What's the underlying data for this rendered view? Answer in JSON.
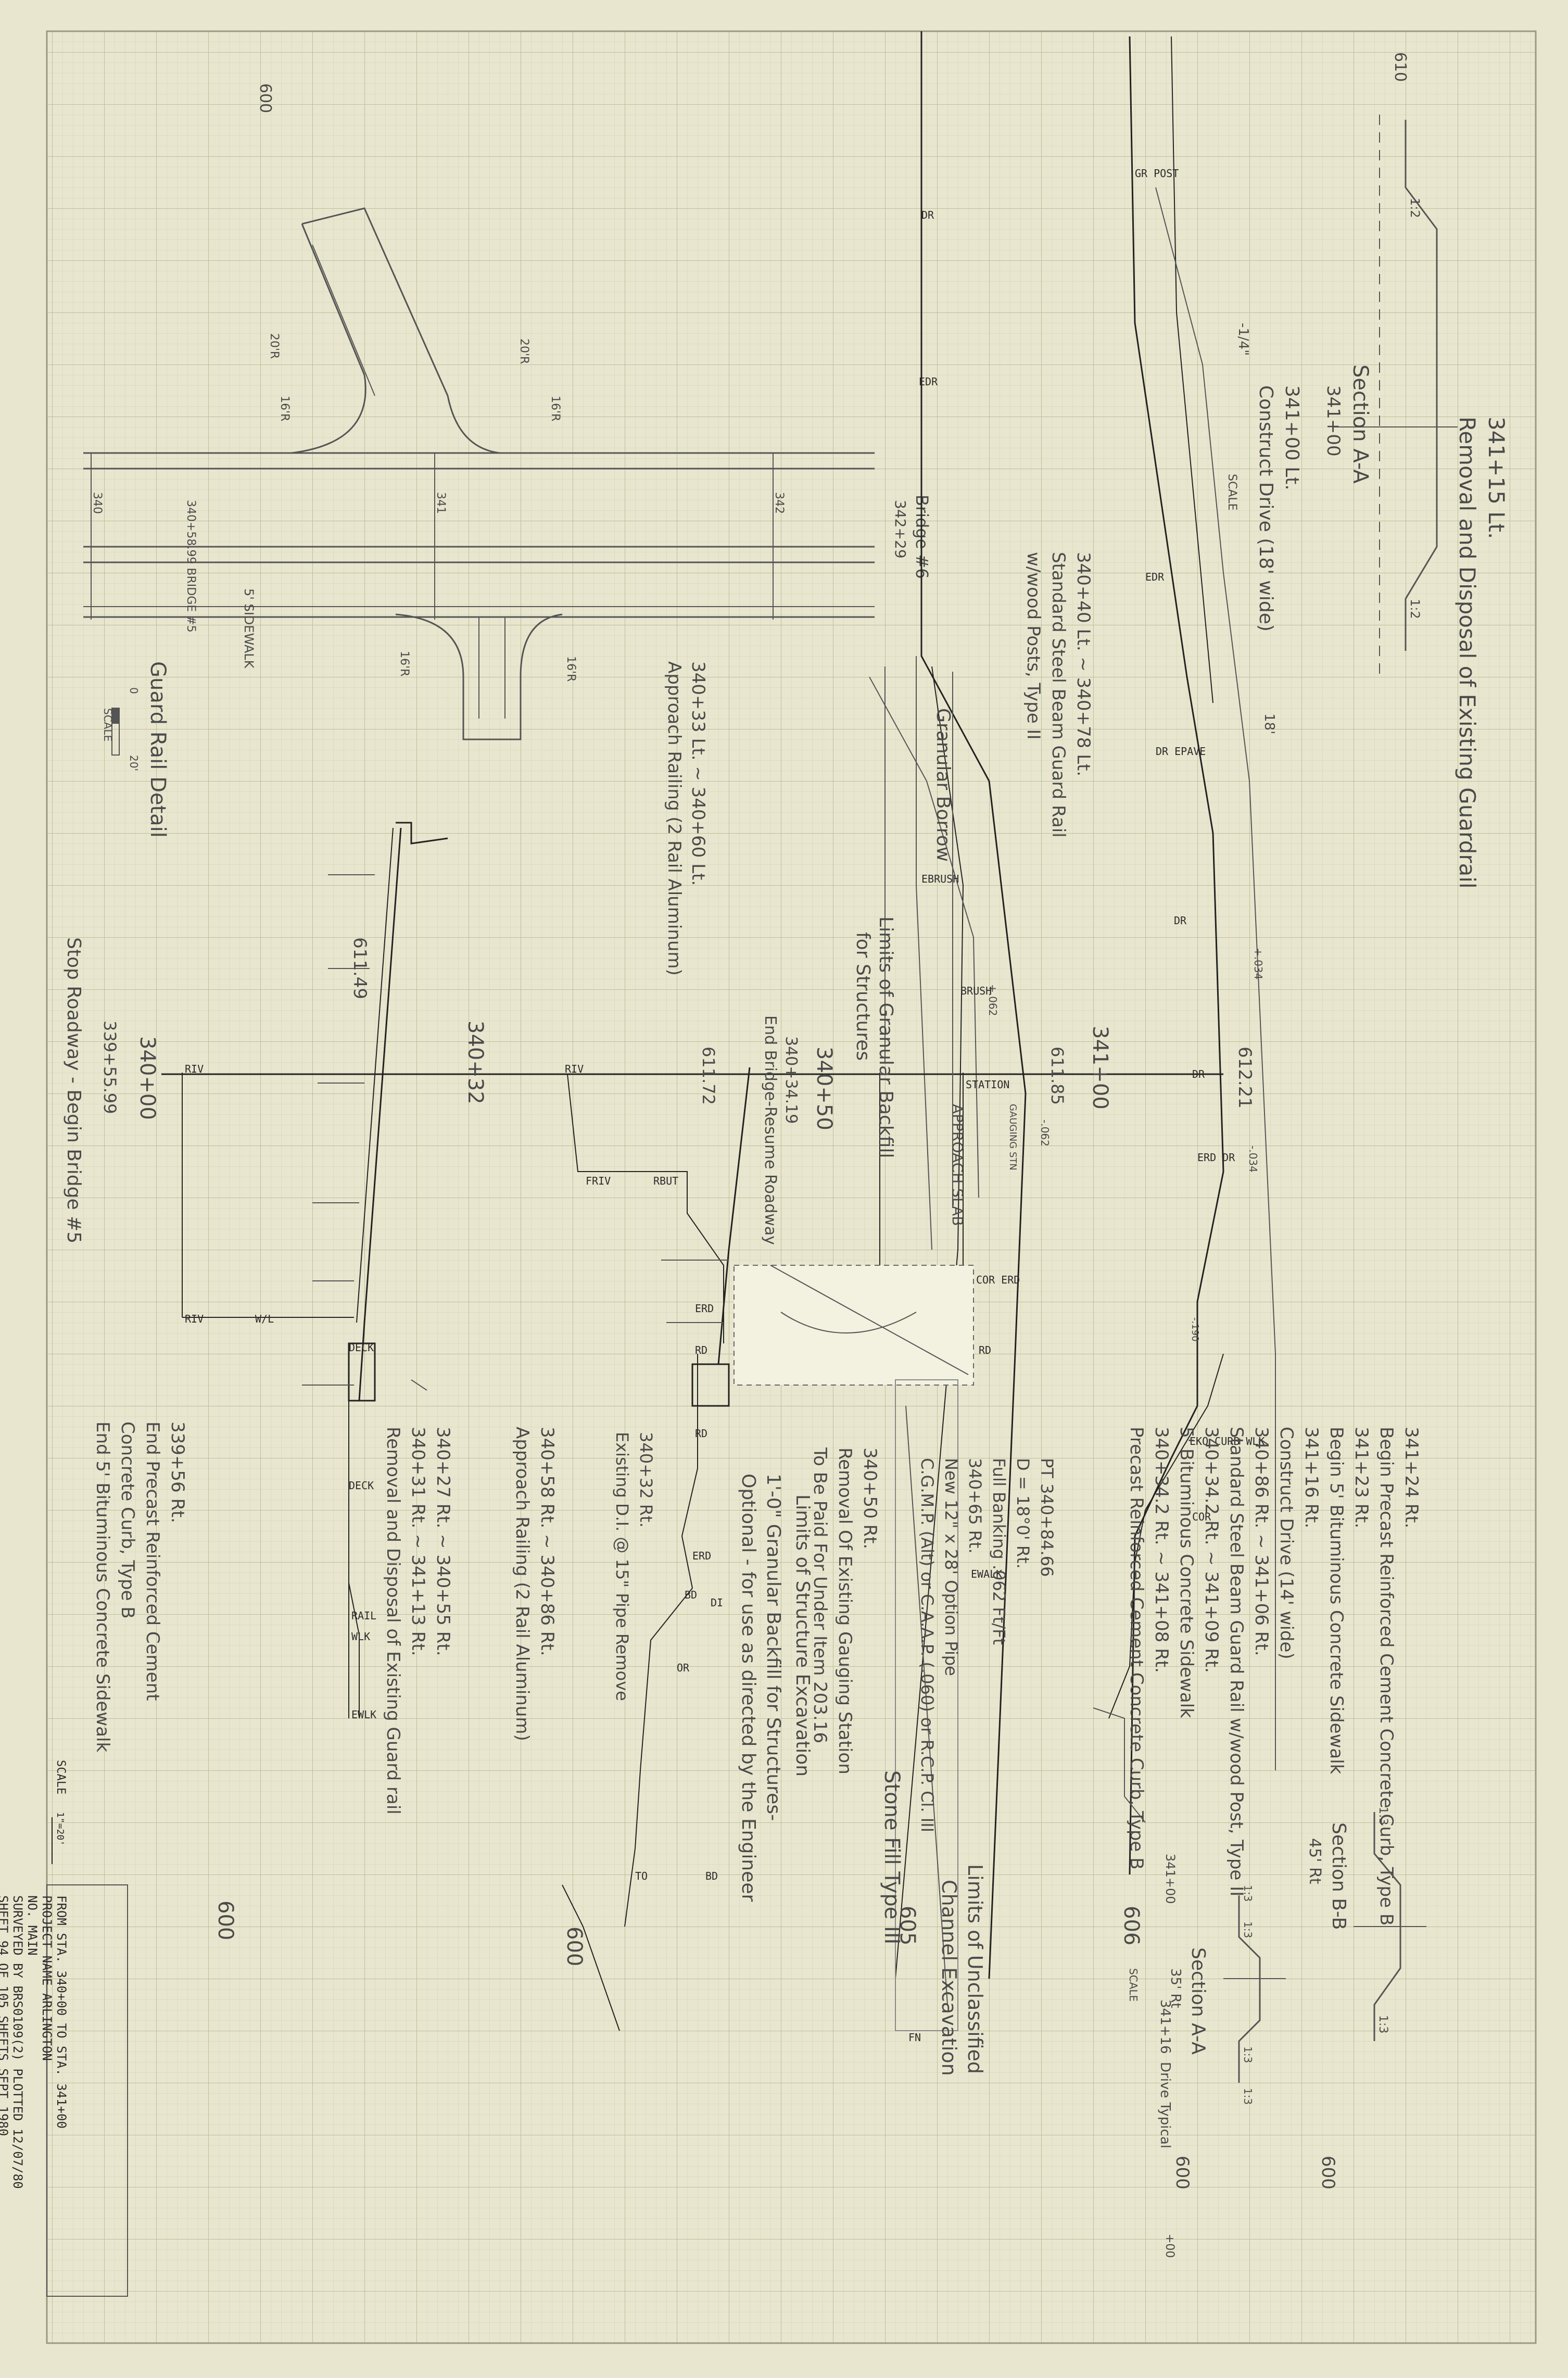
{
  "top_edge": {
    "left_label": "600",
    "right_label": "610"
  },
  "section_aa_top": {
    "title": "Section A-A",
    "station": "341+00",
    "slope_left": "1:2",
    "slope_right": "1:2",
    "note_a": "-1/4\"",
    "note_b": "18'",
    "scale_label": "SCALE"
  },
  "upper_right_notes": [
    "341+15 Lt.",
    "Removal and Disposal of Existing Guardrail"
  ],
  "construct_drive_note": [
    "341+00 Lt.",
    "Construct Drive (18' wide)"
  ],
  "guard_rail_note": [
    "340+40 Lt. ~ 340+78 Lt.",
    "Standard Steel Beam Guard Rail",
    "w/wood Posts, Type II"
  ],
  "approach_railing_note": [
    "340+33 Lt. ~ 340+60 Lt.",
    "Approach Railing (2 Rail Aluminum)"
  ],
  "guard_rail_detail": {
    "title": "Guard Rail Detail",
    "scale_label": "SCALE",
    "scale_0": "0",
    "scale_20": "20'",
    "bridge_label": "Bridge #6",
    "bridge_station": "342+29",
    "bridge5_label": "340+58.99 BRIDGE #5",
    "sidewalk": "5' SIDEWALK",
    "stations": [
      "340",
      "341",
      "342"
    ],
    "radii": [
      "20'R",
      "16'R",
      "20'R",
      "16'R",
      "16'R",
      "16'R"
    ]
  },
  "granular_borrow": "Granular Borrow",
  "limits_granular": [
    "Limits of Granular Backfill",
    "for Structures"
  ],
  "elevations": [
    "611.49",
    "611.72",
    "611.85",
    "612.21"
  ],
  "grades": [
    "+.034",
    "+.062",
    "-.062",
    "-.034",
    "-.190"
  ],
  "stations": {
    "s34000": "340+00",
    "s34000_sub": [
      "339+55.99",
      "Stop Roadway - Begin Bridge #5"
    ],
    "s34032": "340+32",
    "s34050": "340+50",
    "s34050_sub": [
      "340+34.19",
      "End Bridge-Resume Roadway"
    ],
    "s34100": "341+00"
  },
  "approach_slab": "APPROACH SLAB",
  "gauging": "GAUGING STN",
  "survey_codes": {
    "gr_post": "GR POST",
    "dr": "DR",
    "edr": "EDR",
    "dr_epave": "DR EPAVE",
    "ebrush": "EBRUSH",
    "brush": "BRUSH",
    "station": "STATION",
    "erd_dr": "ERD DR",
    "riv": "RIV",
    "friv": "FRIV",
    "rbut": "RBUT",
    "wl": "W/L",
    "deck": "DECK",
    "erd": "ERD",
    "rd": "RD",
    "cor": "COR",
    "cor_erd": "COR ERD",
    "eko_curb_wlk": "EKO CURB WLK",
    "ewalk": "EWALK",
    "rail": "RAIL",
    "wlk": "WLK",
    "ewlk": "EWLK",
    "bd": "BD",
    "di": "DI",
    "or": "OR",
    "to": "TO",
    "fn": "FN"
  },
  "contours": [
    "600",
    "600",
    "600",
    "605",
    "606",
    "600",
    "600"
  ],
  "left_notes": [
    "339+56 Rt.",
    "End Precast Reinforced Cement",
    "Concrete Curb, Type B",
    "End 5' Bituminous Concrete Sidewalk"
  ],
  "removal_notes": [
    "340+27 Rt. ~ 340+55 Rt.",
    "340+31 Rt. ~ 341+13 Rt.",
    "Removal and Disposal of Existing Guard rail"
  ],
  "approach_rt_notes": [
    "340+58 Rt. ~ 340+86 Rt.",
    "Approach Railing (2 Rail Aluminum)"
  ],
  "existing_pipe_notes": [
    "340+32 Rt.",
    "Existing D.I. @ 15\" Pipe Remove"
  ],
  "backfill_notes": [
    "Limits of Structure Excavation",
    "1'-0\" Granular Backfill for Structures-",
    "Optional - for use as directed by the Engineer"
  ],
  "gauging_notes": [
    "340+50 Rt.",
    "Removal Of Existing Gauging Station",
    "To Be Paid For Under Item 203.16"
  ],
  "pipe_notes": [
    "PT 340+84.66",
    "D = 18°0' Rt.",
    "Full Banking .062 Ft/Ft",
    "340+65 Rt.",
    "New 12\" x 28' Option Pipe",
    "C.G.M.P. (Alt) or C.A.A.P. (.060) or R.C.P. Cl. III"
  ],
  "stone_fill": "Stone Fill Type III",
  "channel_notes": [
    "Limits of Unclassified",
    "Channel Excavation"
  ],
  "right_notes": [
    "341+24 Rt.",
    "Begin Precast Reinforced Cement Concrete Curb, Type B",
    "341+23 Rt.",
    "Begin 5' Bituminous Concrete Sidewalk",
    "341+16 Rt.",
    "Construct Drive (14' wide)",
    "340+86 Rt. ~ 341+06 Rt.",
    "Standard Steel Beam Guard Rail w/wood Post, Type II",
    "340+34.2 Rt. ~ 341+09 Rt.",
    "5' Bituminous Concrete Sidewalk",
    "340+34.2 Rt. ~ 341+08 Rt.",
    "Precast Reinforced Cement Concrete Curb, Type B"
  ],
  "section_bb": {
    "title": "Section B-B",
    "station": "45' Rt",
    "slope_left": "1:3",
    "slope_right": "1:3"
  },
  "section_aa_bottom": {
    "title": "Section A-A",
    "station": "341+00",
    "sub": "35' Rt",
    "sub2": "341+16",
    "drive": "Drive Typical",
    "slopes": [
      "1:3",
      "1:3",
      "1:3",
      "1:3"
    ],
    "scale_label": "SCALE"
  },
  "elev_600": "600",
  "elev_600b": "600",
  "plus_00": "+00",
  "title_block": {
    "line1": "FROM STA. 340+00        TO STA. 341+00",
    "line2": "PROJECT NAME       ARLINGTON",
    "line3": "NO.                MAIN",
    "line4": "SURVEYED BY  BRS0109(2)  PLOTTED 12/07/80",
    "line5": "SHEET 94 OF 105 SHEETS      SEPT 1980"
  },
  "scale_bottom": "SCALE",
  "scale_bottom_val": "1\"=20'"
}
